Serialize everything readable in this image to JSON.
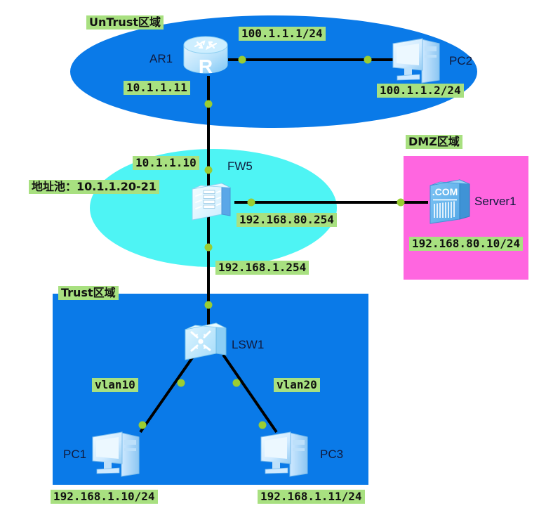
{
  "diagram": {
    "title": "Firewall network topology with UnTrust / DMZ / Trust security zones",
    "colors": {
      "untrust_zone": "#0a7ae8",
      "trust_zone": "#0a7ae8",
      "dmz_zone": "#ff66e0",
      "firewall_zone_ellipse": "#4ef4f4",
      "label_highlight": "#a8e080",
      "link_line": "#000000",
      "link_dot": "#9acd32",
      "device_body": "#bfe4ff",
      "device_label_text": "#101a3d",
      "background": "#ffffff"
    }
  },
  "zones": {
    "untrust": {
      "label": "UnTrust区域"
    },
    "dmz": {
      "label": "DMZ区域"
    },
    "trust": {
      "label": "Trust区域"
    }
  },
  "devices": {
    "ar1": {
      "name": "AR1",
      "icon": "router-icon",
      "glyph": "R"
    },
    "pc2": {
      "name": "PC2",
      "icon": "pc-icon"
    },
    "fw5": {
      "name": "FW5",
      "icon": "firewall-icon"
    },
    "server1": {
      "name": "Server1",
      "icon": "server-icon",
      "glyph": ".COM"
    },
    "lsw1": {
      "name": "LSW1",
      "icon": "switch-icon"
    },
    "pc1": {
      "name": "PC1",
      "icon": "pc-icon"
    },
    "pc3": {
      "name": "PC3",
      "icon": "pc-icon"
    }
  },
  "annotations": {
    "ar1_wan_ip": "100.1.1.1/24",
    "ar1_lan_ip": "10.1.1.11",
    "pc2_ip": "100.1.1.2/24",
    "fw5_untrust_ip": "10.1.1.10",
    "fw5_nat_pool": "地址池：10.1.1.20-21",
    "fw5_dmz_ip": "192.168.80.254",
    "fw5_trust_ip": "192.168.1.254",
    "server1_ip": "192.168.80.10/24",
    "vlan10": "vlan10",
    "vlan20": "vlan20",
    "pc1_ip": "192.168.1.10/24",
    "pc3_ip": "192.168.1.11/24"
  },
  "links": [
    {
      "from": "ar1",
      "to": "pc2",
      "label": "100.1.1.1/24 — 100.1.1.2/24"
    },
    {
      "from": "ar1",
      "to": "fw5",
      "label": "10.1.1.11 — 10.1.1.10"
    },
    {
      "from": "fw5",
      "to": "server1",
      "label": "192.168.80.254 — 192.168.80.10/24"
    },
    {
      "from": "fw5",
      "to": "lsw1",
      "label": "192.168.1.254"
    },
    {
      "from": "lsw1",
      "to": "pc1",
      "label": "vlan10"
    },
    {
      "from": "lsw1",
      "to": "pc3",
      "label": "vlan20"
    }
  ]
}
